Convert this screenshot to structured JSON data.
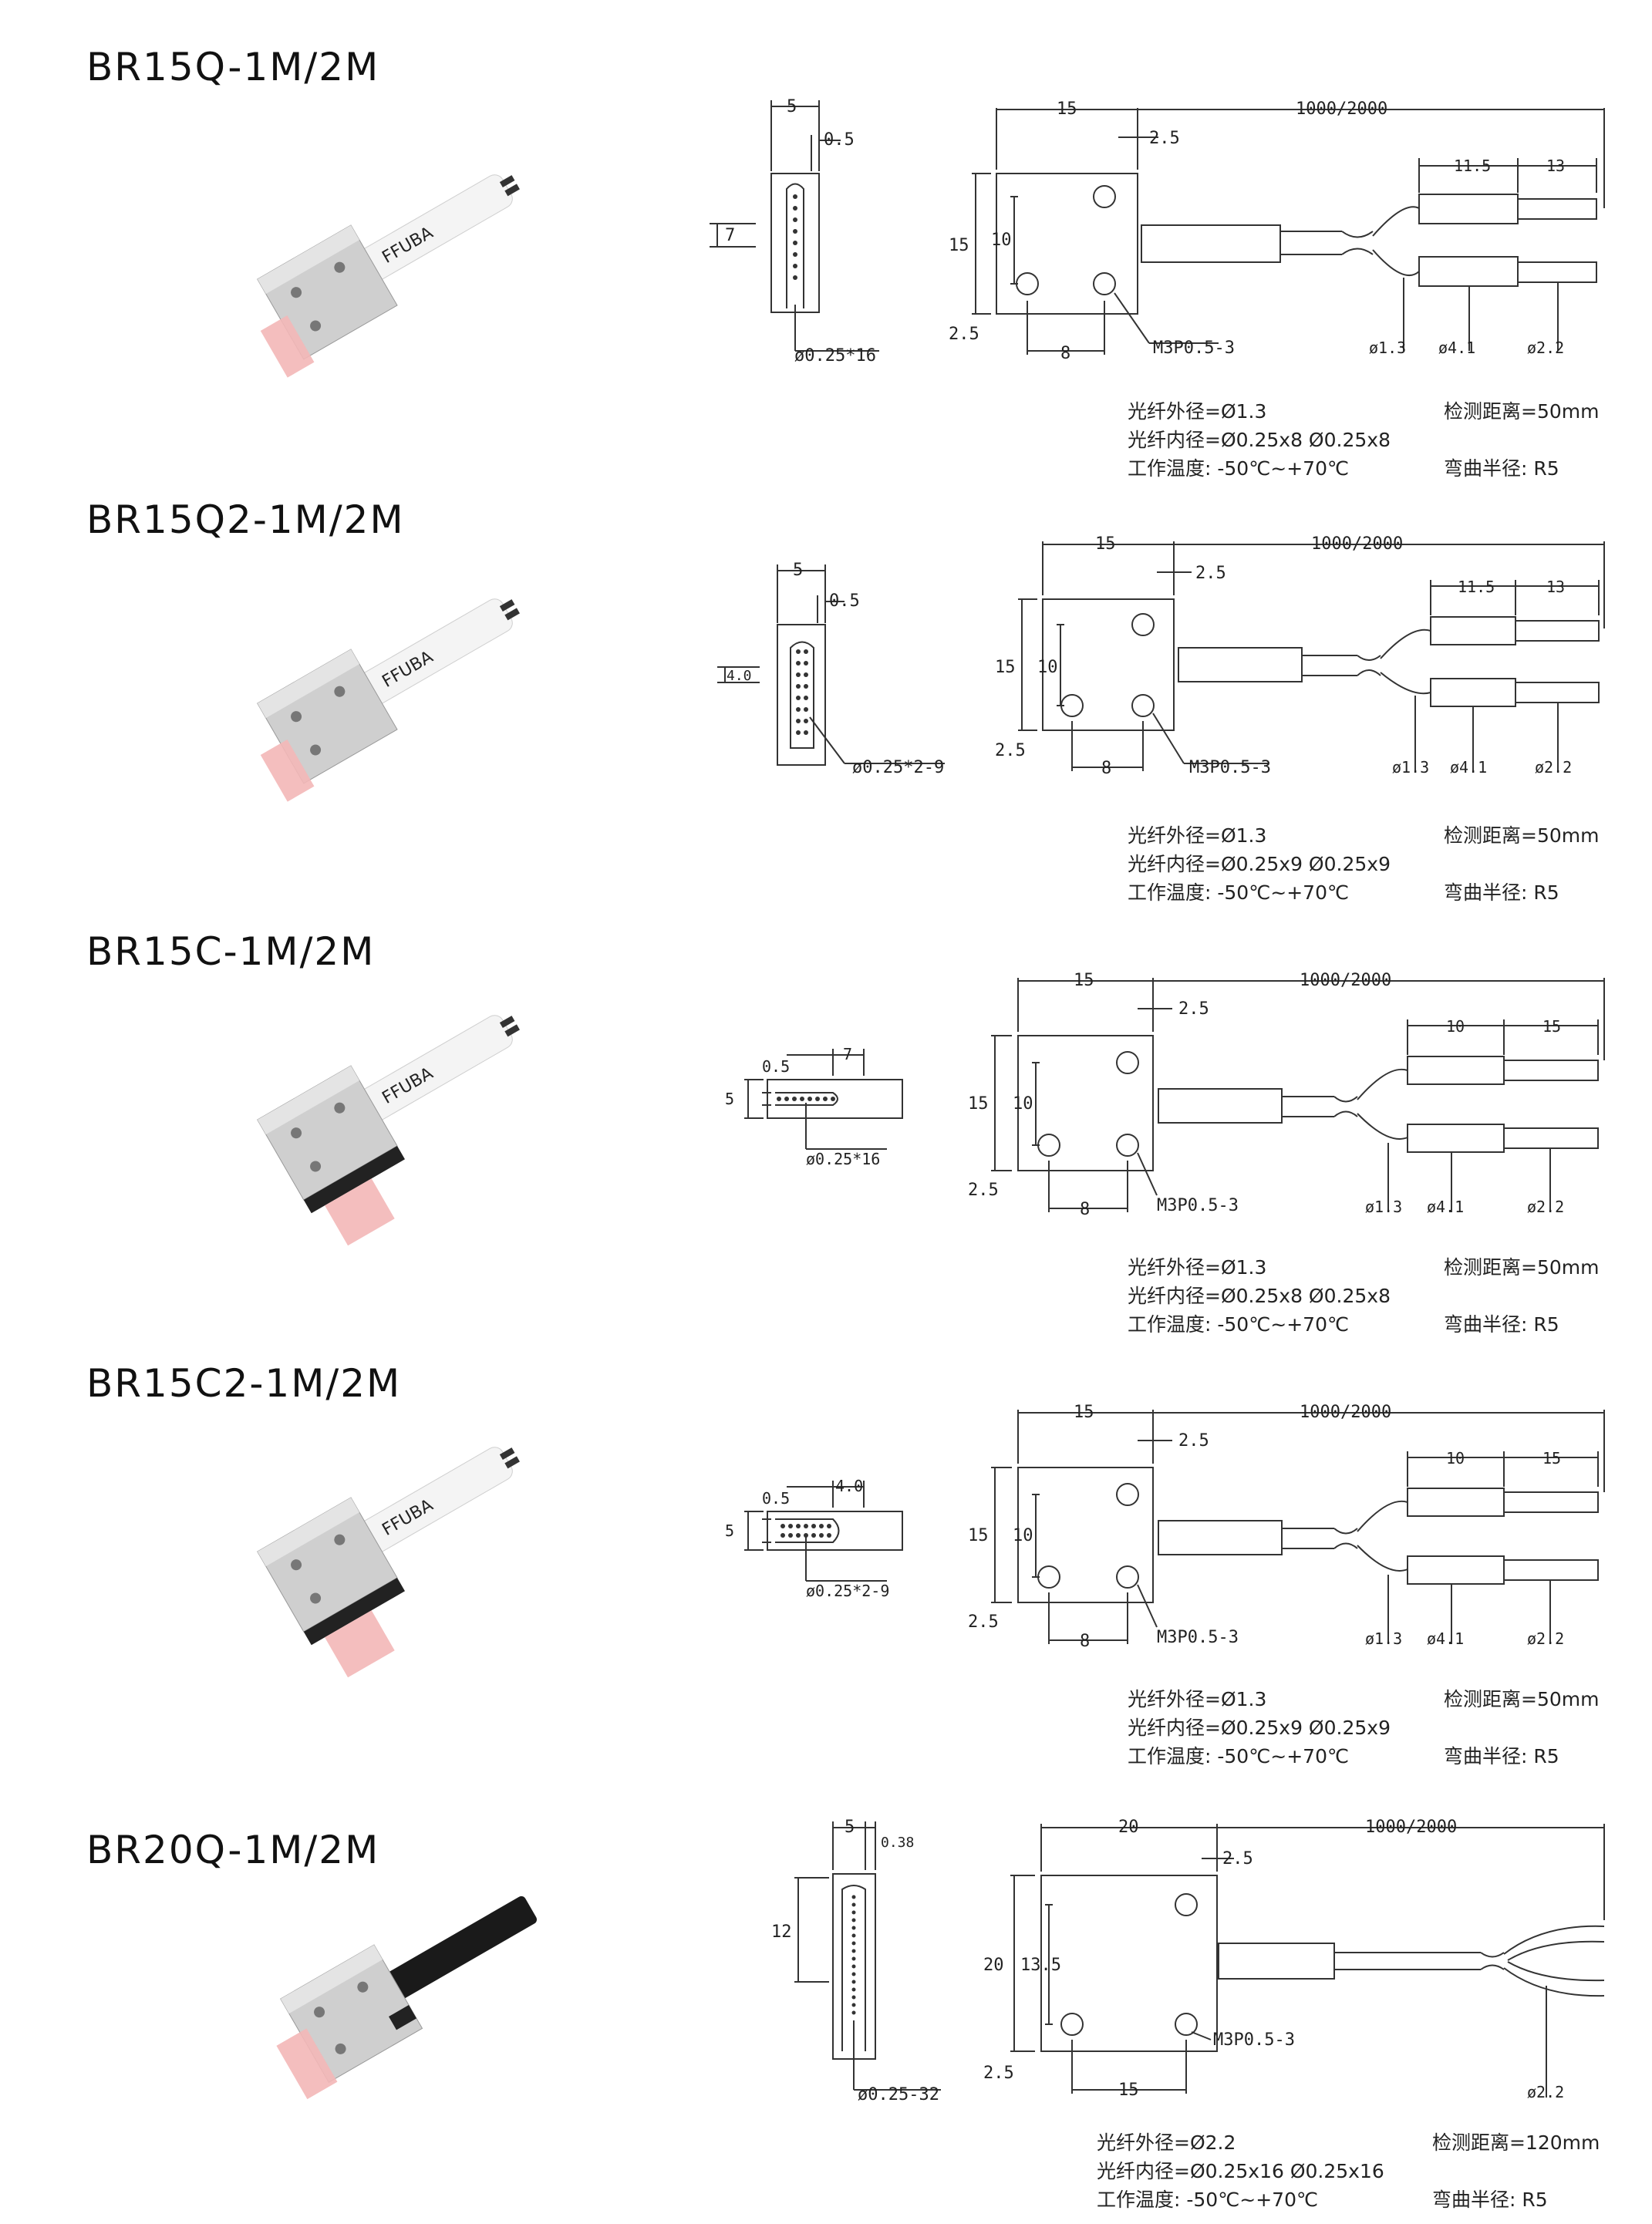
{
  "sections": [
    {
      "title": "BR15Q-1M/2M",
      "photo": {
        "brand": "FFUBA"
      },
      "dims": {
        "side_w": "5",
        "side_t": "0.5",
        "side_h": "7",
        "fiber_label": "ø0.25*16",
        "body_w": "15",
        "cable_len": "1000/2000",
        "offset": "2.5",
        "body_h": "15",
        "hole_v": "10",
        "bottom": "2.5",
        "hole_h": "8",
        "screw": "M3P0.5-3",
        "seg1": "11.5",
        "seg2": "13",
        "d1": "ø1.3",
        "d2": "ø4.1",
        "d3": "ø2.2"
      },
      "specs": {
        "outer": "光纤外径=Ø1.3",
        "inner": "光纤内径=Ø0.25x8    Ø0.25x8",
        "temp": "工作温度:  -50℃~+70℃",
        "distance": "检测距离=50mm",
        "bend": "弯曲半径:  R5"
      }
    },
    {
      "title": "BR15Q2-1M/2M",
      "photo": {
        "brand": "FFUBA"
      },
      "dims": {
        "side_w": "5",
        "side_t": "0.5",
        "side_h": "4.0",
        "fiber_label": "ø0.25*2-9",
        "body_w": "15",
        "cable_len": "1000/2000",
        "offset": "2.5",
        "body_h": "15",
        "hole_v": "10",
        "bottom": "2.5",
        "hole_h": "8",
        "screw": "M3P0.5-3",
        "seg1": "11.5",
        "seg2": "13",
        "d1": "ø1.3",
        "d2": "ø4.1",
        "d3": "ø2.2"
      },
      "specs": {
        "outer": "光纤外径=Ø1.3",
        "inner": "光纤内径=Ø0.25x9    Ø0.25x9",
        "temp": "工作温度:  -50℃~+70℃",
        "distance": "检测距离=50mm",
        "bend": "弯曲半径:  R5"
      }
    },
    {
      "title": "BR15C-1M/2M",
      "photo": {
        "brand": "FFUBA"
      },
      "dims": {
        "side_w": "7",
        "side_t": "0.5",
        "side_h": "5",
        "fiber_label": "ø0.25*16",
        "body_w": "15",
        "cable_len": "1000/2000",
        "offset": "2.5",
        "body_h": "15",
        "hole_v": "10",
        "bottom": "2.5",
        "hole_h": "8",
        "screw": "M3P0.5-3",
        "seg1": "10",
        "seg2": "15",
        "d1": "ø1.3",
        "d2": "ø4.1",
        "d3": "ø2.2"
      },
      "specs": {
        "outer": "光纤外径=Ø1.3",
        "inner": "光纤内径=Ø0.25x8    Ø0.25x8",
        "temp": "工作温度:  -50℃~+70℃",
        "distance": "检测距离=50mm",
        "bend": "弯曲半径:  R5"
      }
    },
    {
      "title": "BR15C2-1M/2M",
      "photo": {
        "brand": "FFUBA"
      },
      "dims": {
        "side_w": "4.0",
        "side_t": "0.5",
        "side_h": "5",
        "fiber_label": "ø0.25*2-9",
        "body_w": "15",
        "cable_len": "1000/2000",
        "offset": "2.5",
        "body_h": "15",
        "hole_v": "10",
        "bottom": "2.5",
        "hole_h": "8",
        "screw": "M3P0.5-3",
        "seg1": "10",
        "seg2": "15",
        "d1": "ø1.3",
        "d2": "ø4.1",
        "d3": "ø2.2"
      },
      "specs": {
        "outer": "光纤外径=Ø1.3",
        "inner": "光纤内径=Ø0.25x9    Ø0.25x9",
        "temp": "工作温度:  -50℃~+70℃",
        "distance": "检测距离=50mm",
        "bend": "弯曲半径:  R5"
      }
    },
    {
      "title": "BR20Q-1M/2M",
      "photo": {
        "brand": ""
      },
      "dims": {
        "side_w": "5",
        "side_t": "0.38",
        "side_h": "12",
        "fiber_label": "ø0.25-32",
        "body_w": "20",
        "cable_len": "1000/2000",
        "offset": "2.5",
        "body_h": "20",
        "hole_v": "13.5",
        "bottom": "2.5",
        "hole_h": "15",
        "screw": "M3P0.5-3",
        "d3": "ø2.2"
      },
      "specs": {
        "outer": "光纤外径=Ø2.2",
        "inner": "光纤内径=Ø0.25x16    Ø0.25x16",
        "temp": "工作温度:  -50℃~+70℃",
        "distance": "检测距离=120mm",
        "bend": "弯曲半径:  R5"
      }
    }
  ],
  "colors": {
    "line": "#333333",
    "sleeve": "#f2f2f2",
    "metal": "#c9c9c9",
    "fiber_red": "#e89a9a"
  }
}
